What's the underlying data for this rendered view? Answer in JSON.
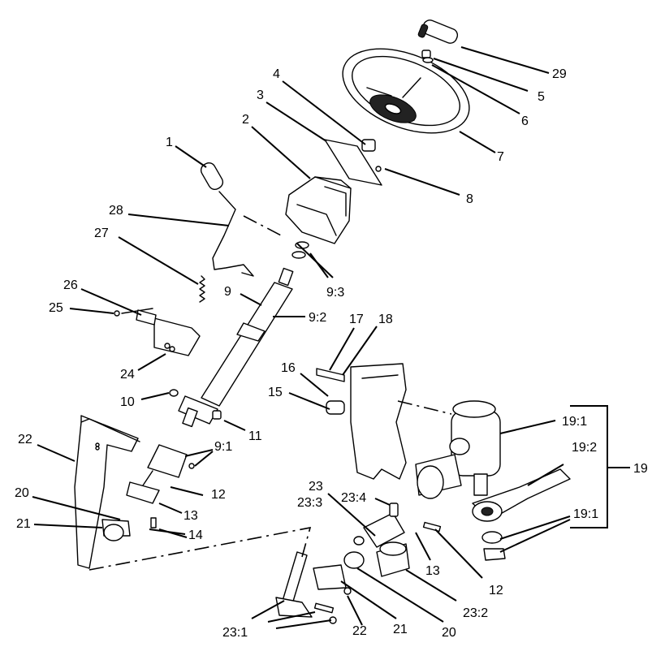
{
  "diagram": {
    "labels": {
      "l1": "1",
      "l2": "2",
      "l3": "3",
      "l4": "4",
      "l5": "5",
      "l6": "6",
      "l7": "7",
      "l8": "8",
      "l9": "9",
      "l9_3": "9:3",
      "l9_2": "9:2",
      "l10": "10",
      "l11": "11",
      "l9_1": "9:1",
      "l12a": "12",
      "l13a": "13",
      "l14": "14",
      "l15": "15",
      "l16": "16",
      "l17": "17",
      "l18": "18",
      "l19_1a": "19:1",
      "l19_2": "19:2",
      "l19_1b": "19:1",
      "l19": "19",
      "l20a": "20",
      "l21a": "21",
      "l22a": "22",
      "l23": "23",
      "l23_3": "23:3",
      "l23_4": "23:4",
      "l13b": "13",
      "l12b": "12",
      "l23_2": "23:2",
      "l20b": "20",
      "l21b": "21",
      "l22b": "22",
      "l23_1": "23:1",
      "l24": "24",
      "l25": "25",
      "l26": "26",
      "l27": "27",
      "l28": "28",
      "l29": "29"
    }
  }
}
